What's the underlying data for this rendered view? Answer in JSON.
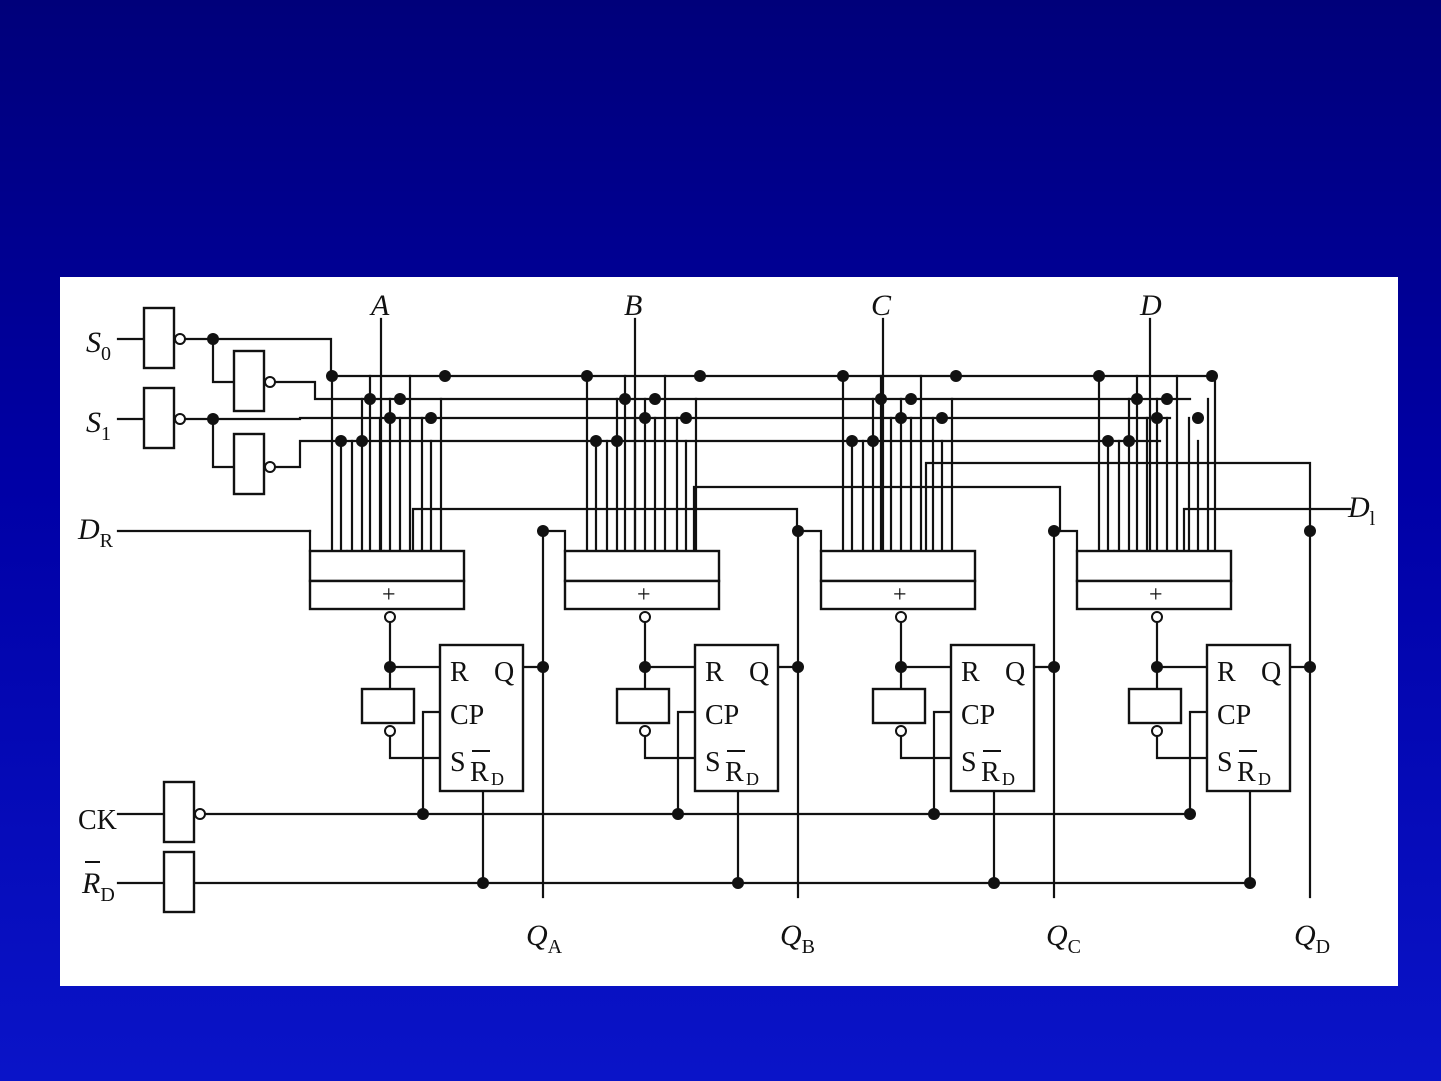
{
  "diagram": {
    "inputs": {
      "s0": {
        "main": "S",
        "sub": "0"
      },
      "s1": {
        "main": "S",
        "sub": "1"
      },
      "dr": {
        "main": "D",
        "sub": "R"
      },
      "ck": "CK",
      "rd": {
        "main": "R",
        "sub": "D",
        "overbar": true
      },
      "dl": {
        "main": "D",
        "sub": "l"
      }
    },
    "parallel_inputs": [
      "A",
      "B",
      "C",
      "D"
    ],
    "outputs": [
      {
        "main": "Q",
        "sub": "A"
      },
      {
        "main": "Q",
        "sub": "B"
      },
      {
        "main": "Q",
        "sub": "C"
      },
      {
        "main": "Q",
        "sub": "D"
      }
    ],
    "or_gate_symbol": "+",
    "flipflop_pins": {
      "r": "R",
      "q": "Q",
      "cp": "CP",
      "s": "S",
      "rd": "R",
      "rd_sub": "D"
    },
    "stages": 4
  }
}
